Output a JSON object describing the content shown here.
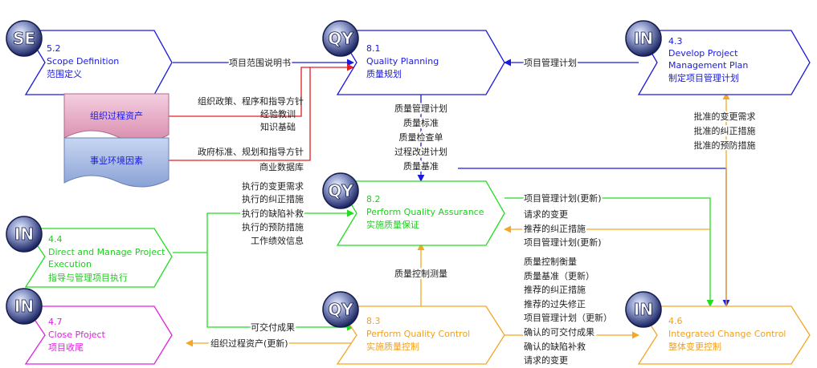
{
  "colors": {
    "blue": "#1a1adc",
    "green": "#22dd22",
    "orange": "#f5a623",
    "magenta": "#e020e0",
    "red": "#e02020",
    "pink_fill": "#e6a6c2",
    "blue_fill": "#a9bde3"
  },
  "badges": {
    "se": "SE",
    "qy": "QY",
    "in": "IN"
  },
  "processes": {
    "scope": {
      "number": "5.2",
      "en": "Scope Definition",
      "zh": "范围定义"
    },
    "qp": {
      "number": "8.1",
      "en": "Quality Planning",
      "zh": "质量规划"
    },
    "pmp": {
      "number": "4.3",
      "en1": "Develop Project",
      "en2": "Management Plan",
      "zh": "制定项目管理计划"
    },
    "qa": {
      "number": "8.2",
      "en": "Perform Quality Assurance",
      "zh": "实施质量保证"
    },
    "dm": {
      "number": "4.4",
      "en1": "Direct and Manage Project",
      "en2": "Execution",
      "zh": "指导与管理项目执行"
    },
    "close": {
      "number": "4.7",
      "en": "Close Pfoject",
      "zh": "项目收尾"
    },
    "qc": {
      "number": "8.3",
      "en": "Perform Quality Control",
      "zh": "实施质量控制"
    },
    "icc": {
      "number": "4.6",
      "en": "Integrated Change Control",
      "zh": "整体变更控制"
    }
  },
  "assets": {
    "opa": "组织过程资产",
    "eef": "事业环境因素"
  },
  "labels": {
    "scope_statement": "项目范围说明书",
    "pmp_plan": "项目管理计划",
    "opa_items": [
      "组织政策、程序和指导方针",
      "经验教训",
      "知识基础"
    ],
    "eef_items": [
      "政府标准、规划和指导方针",
      "商业数据库"
    ],
    "qp_outputs": [
      "质量管理计划",
      "质量标准",
      "质量检查单",
      "过程改进计划",
      "质量基准"
    ],
    "approved": [
      "批准的变更需求",
      "批准的纠正措施",
      "批准的预防措施"
    ],
    "dm_to_qa": [
      "执行的变更需求",
      "执行的纠正措施",
      "执行的缺陷补救",
      "执行的预防措施",
      "工作绩效信息"
    ],
    "qa_out": [
      "项目管理计划(更新)",
      "请求的变更",
      "推荐的纠正措施",
      "项目管理计划(更新)"
    ],
    "qc_measure": "质量控制测量",
    "deliverables": "可交付成果",
    "opa_update": "组织过程资产(更新)",
    "qc_out": [
      "质量控制衡量",
      "质量基准（更新）",
      "推荐的纠正措施",
      "推荐的过失修正",
      "项目管理计划（更新）",
      "确认的可交付成果",
      "确认的缺陷补救",
      "请求的变更"
    ]
  }
}
